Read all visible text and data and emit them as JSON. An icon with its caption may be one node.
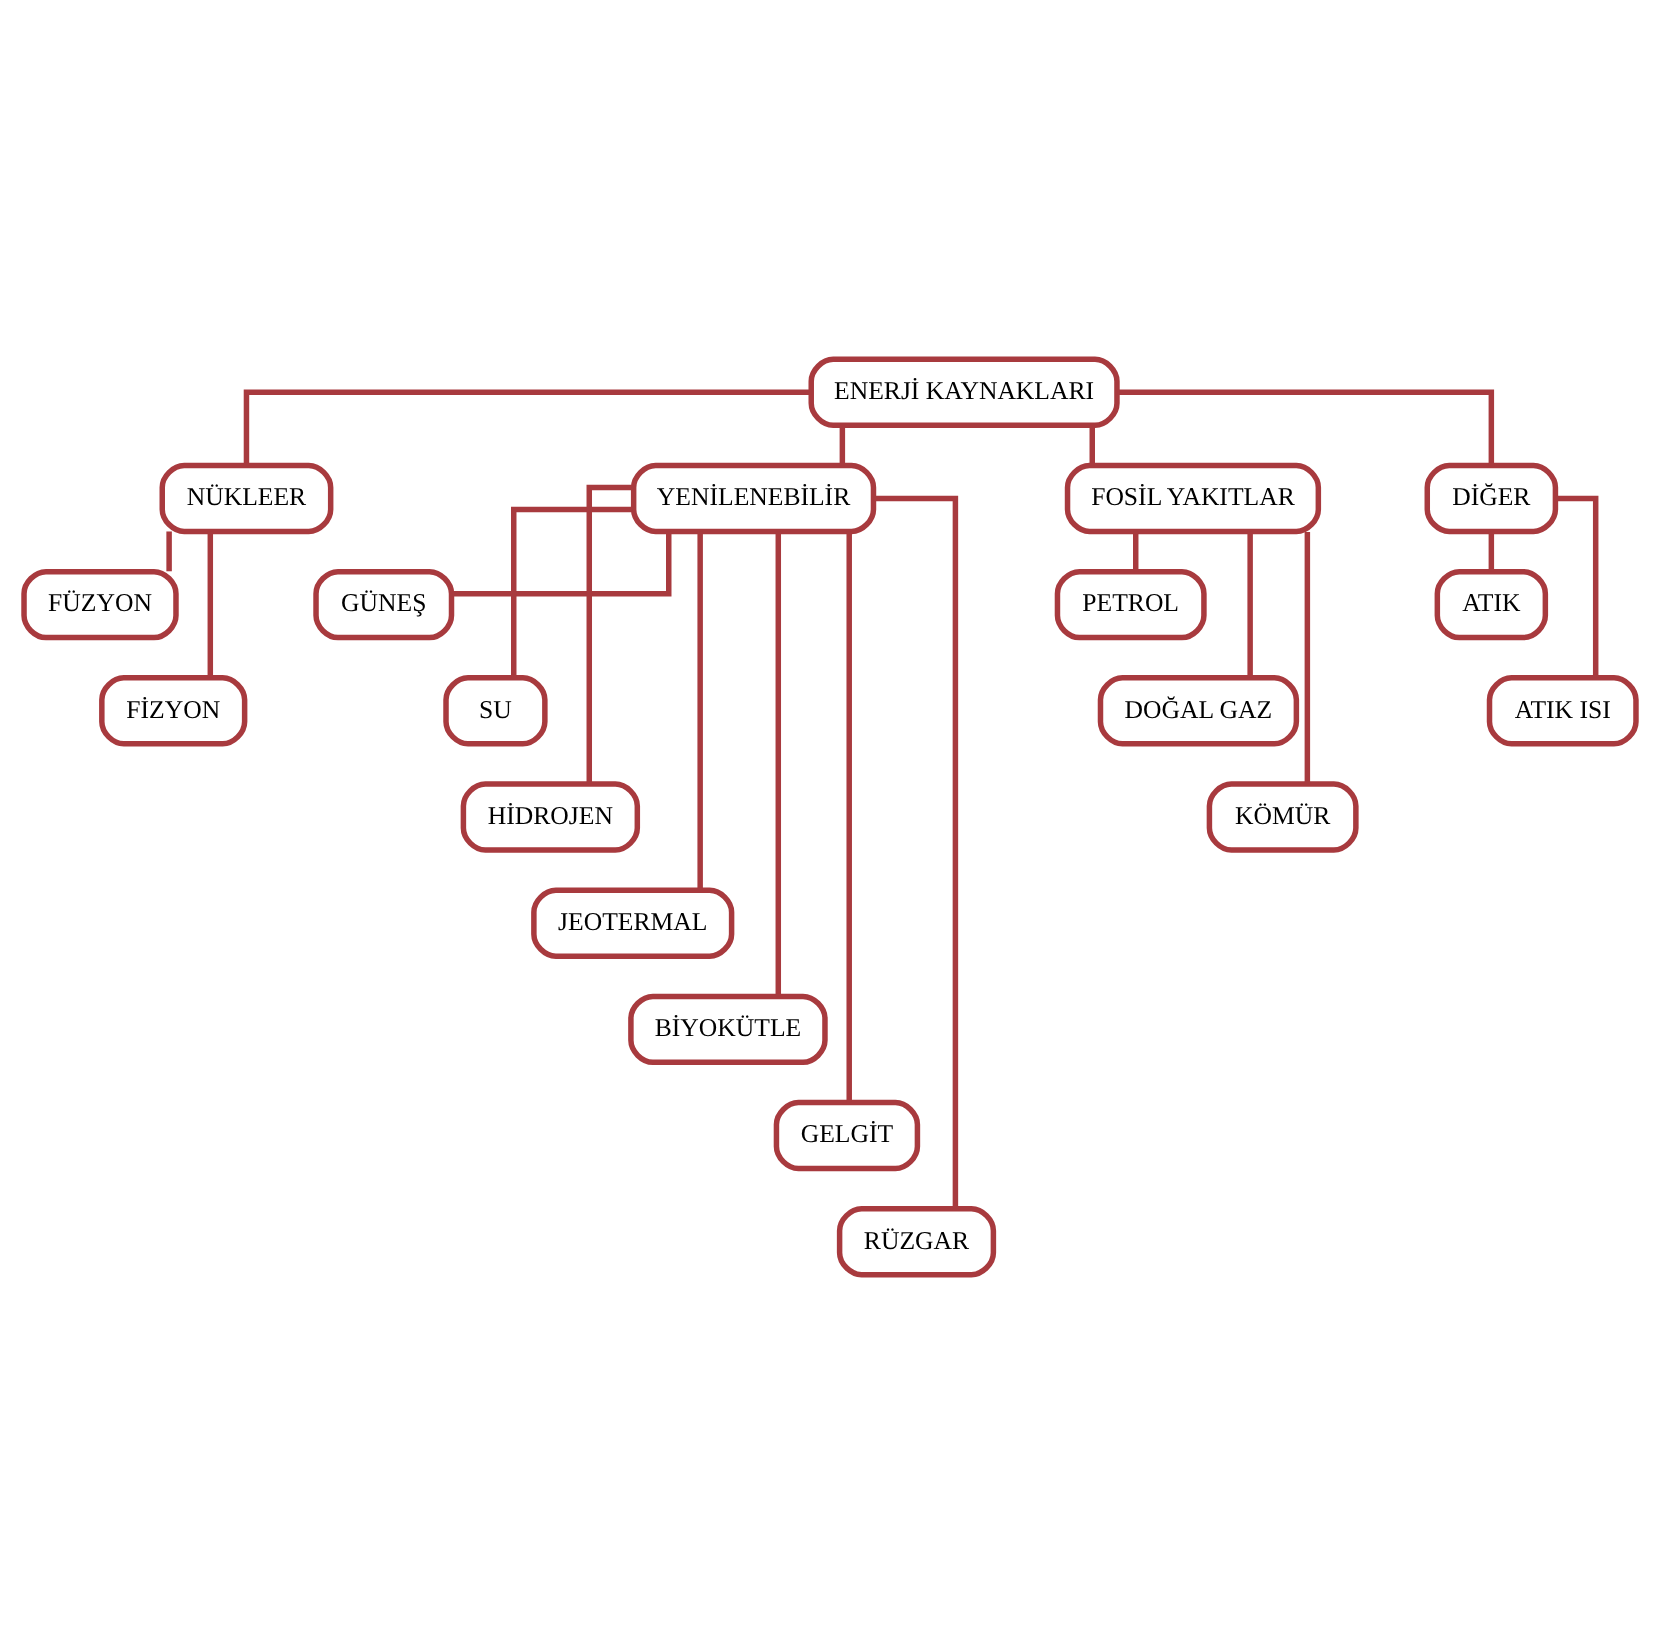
{
  "diagram": {
    "nodes": [
      {
        "text": [
          "ENERJİ KAYNAKLARI"
        ]
      },
      {
        "text": [
          "NÜKLEER"
        ]
      },
      {
        "text": [
          "YENİLENEBİLİR"
        ]
      },
      {
        "text": [
          "FOSİL YAKITLAR"
        ]
      },
      {
        "text": [
          "DİĞER"
        ]
      },
      {
        "text": [
          "FÜZYON"
        ]
      },
      {
        "text": [
          "FİZYON"
        ]
      },
      {
        "text": [
          "GÜNEŞ"
        ]
      },
      {
        "text": [
          "SU"
        ]
      },
      {
        "text": [
          "HİDROJEN"
        ]
      },
      {
        "text": [
          "JEOTERMAL"
        ]
      },
      {
        "text": [
          "BİYOKÜTLE"
        ]
      },
      {
        "text": [
          "GELGİT"
        ]
      },
      {
        "text": [
          "RÜZGAR"
        ]
      },
      {
        "text": [
          "PETROL"
        ]
      },
      {
        "text": [
          "DOĞAL GAZ"
        ]
      },
      {
        "text": [
          "KÖMÜR"
        ]
      },
      {
        "text": [
          "ATIK"
        ]
      },
      {
        "text": [
          "ATIK ISI"
        ]
      }
    ],
    "edges": [
      {
        "from": 0,
        "to": 1,
        "arrow": "none"
      },
      {
        "from": 0,
        "to": 2,
        "arrow": "none"
      },
      {
        "from": 0,
        "to": 3,
        "arrow": "none"
      },
      {
        "from": 0,
        "to": 4,
        "arrow": "none"
      },
      {
        "from": 1,
        "to": 5,
        "arrow": "none"
      },
      {
        "from": 1,
        "to": 6,
        "arrow": "none"
      },
      {
        "from": 2,
        "to": 7,
        "arrow": "none"
      },
      {
        "from": 2,
        "to": 8,
        "arrow": "none"
      },
      {
        "from": 2,
        "to": 9,
        "arrow": "none"
      },
      {
        "from": 2,
        "to": 10,
        "arrow": "none"
      },
      {
        "from": 2,
        "to": 11,
        "arrow": "none"
      },
      {
        "from": 2,
        "to": 12,
        "arrow": "none"
      },
      {
        "from": 2,
        "to": 13,
        "arrow": "none"
      },
      {
        "from": 3,
        "to": 14,
        "arrow": "none"
      },
      {
        "from": 3,
        "to": 15,
        "arrow": "none"
      },
      {
        "from": 3,
        "to": 16,
        "arrow": "none"
      },
      {
        "from": 4,
        "to": 17,
        "arrow": "none"
      },
      {
        "from": 4,
        "to": 18,
        "arrow": "none"
      }
    ]
  }
}
